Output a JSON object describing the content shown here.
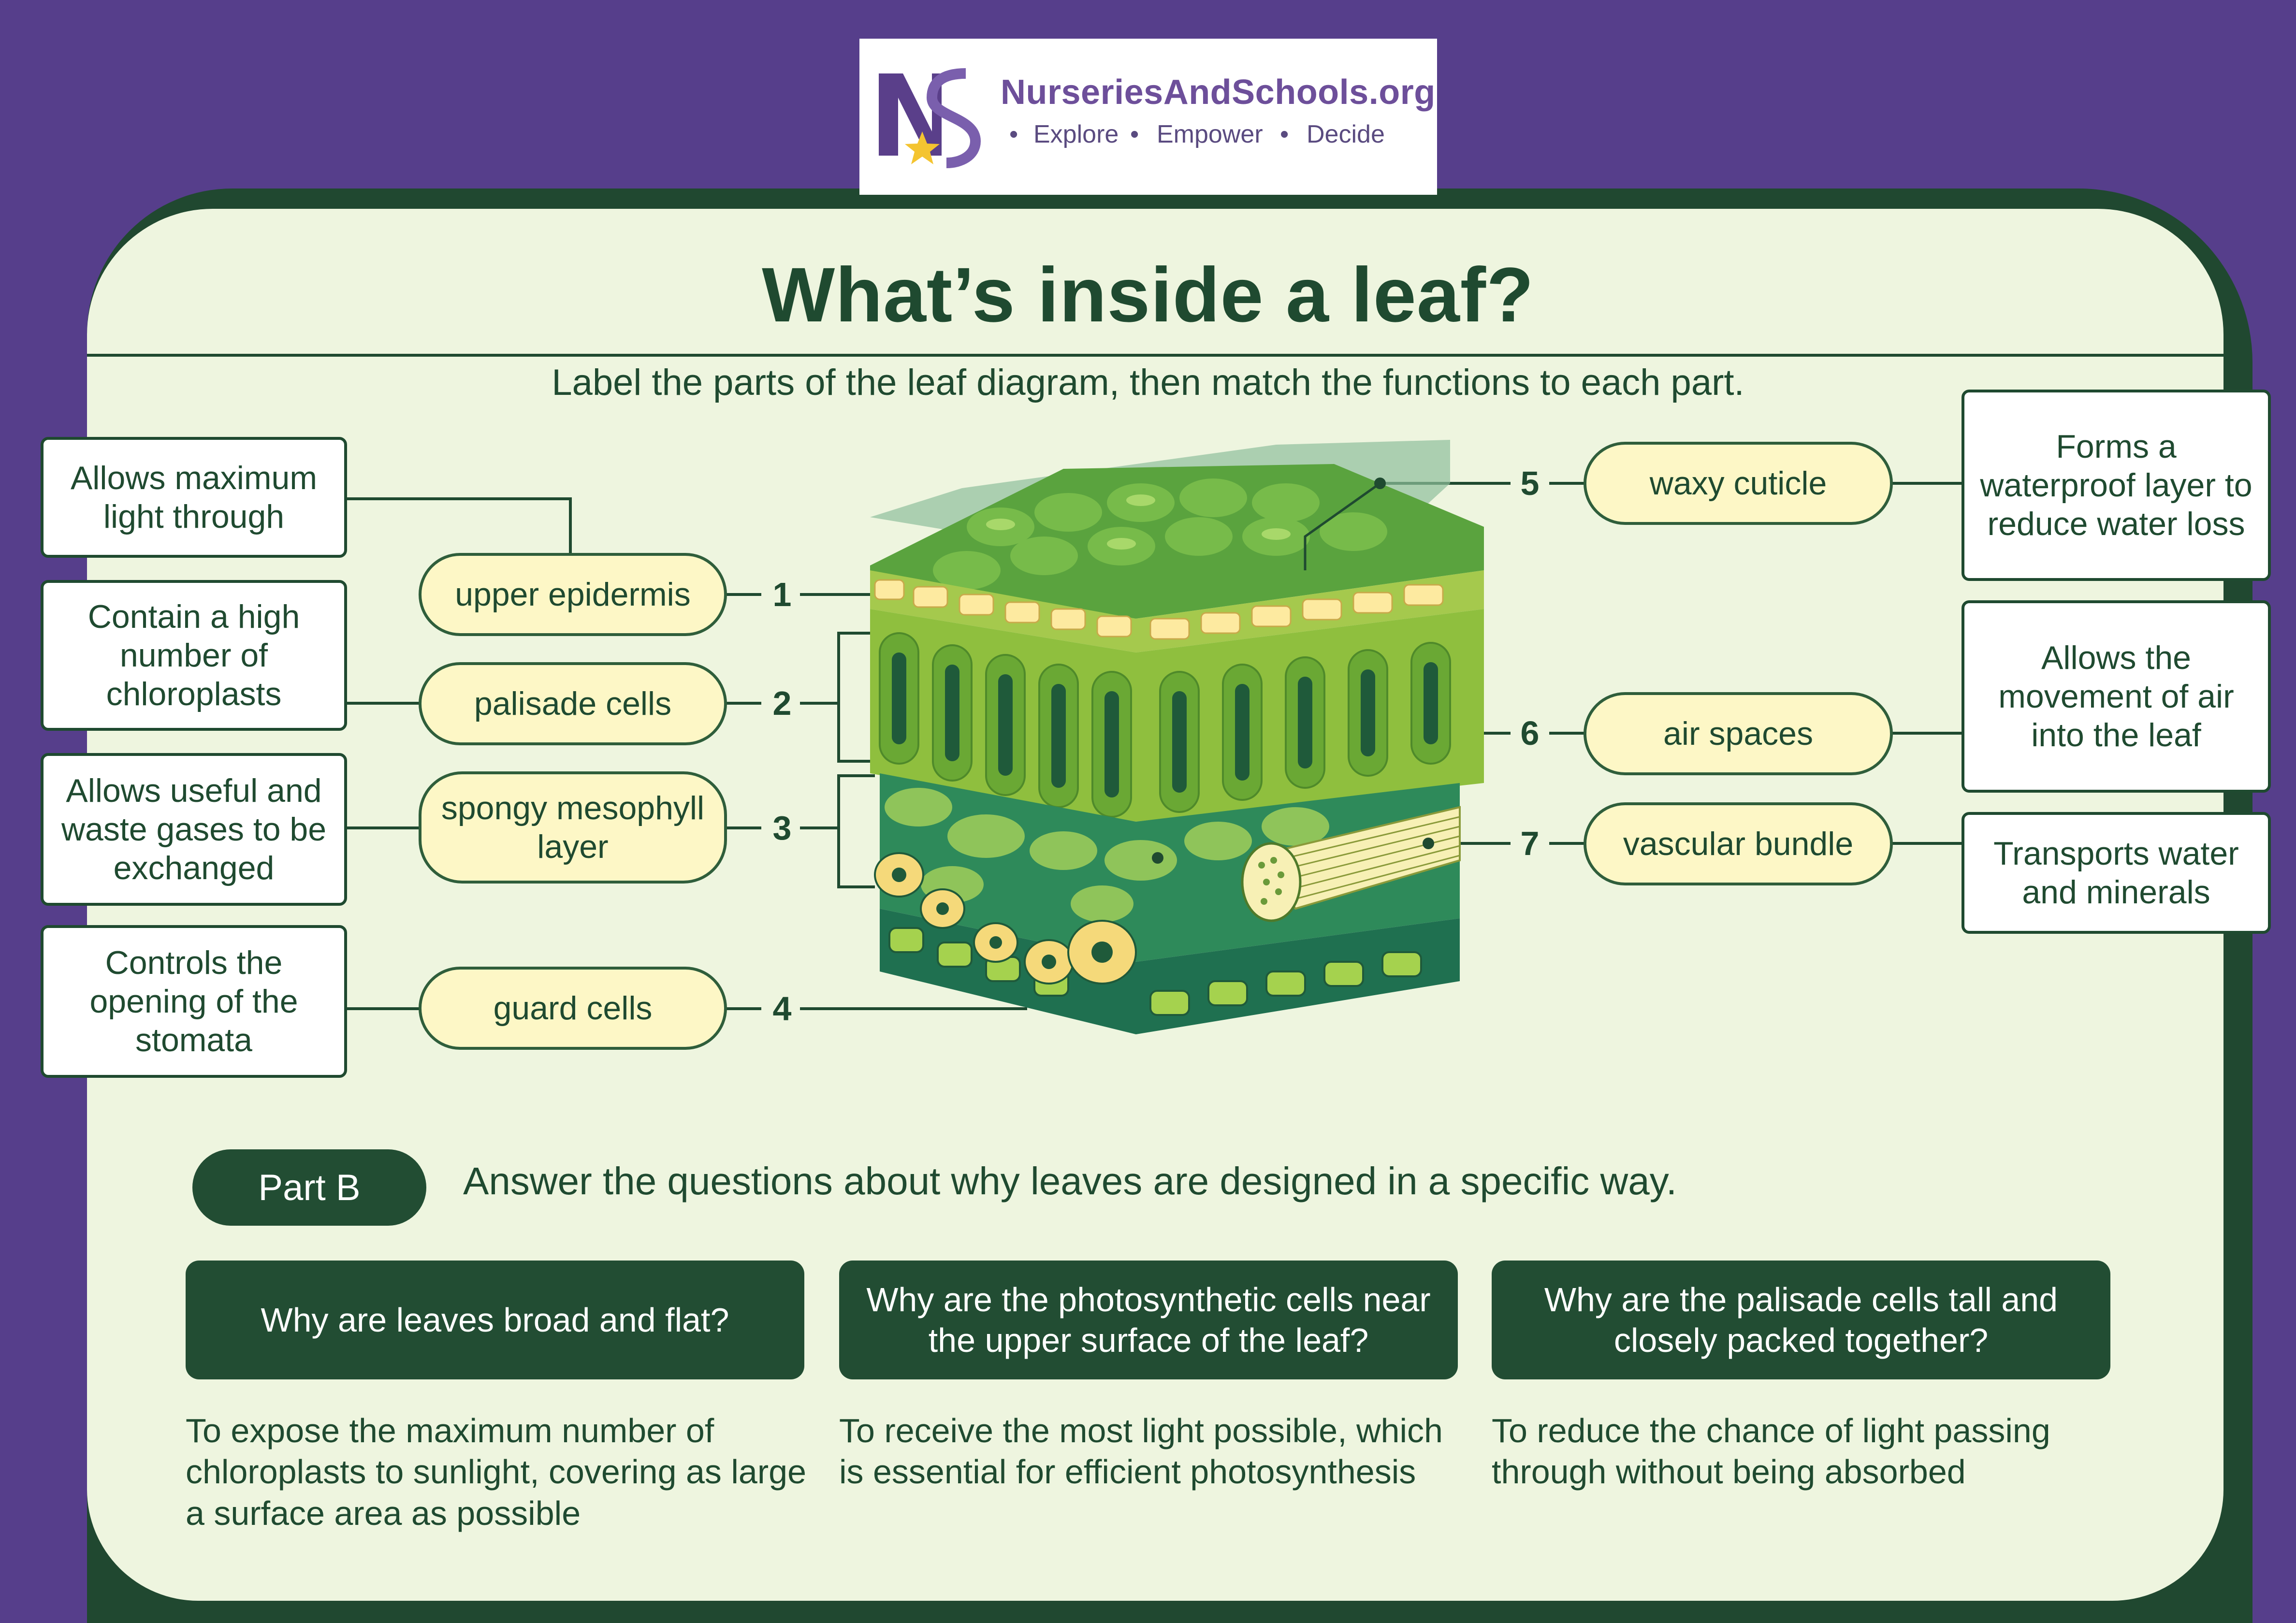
{
  "logo": {
    "name": "NurseriesAndSchools.org",
    "tagline": [
      "Explore",
      "Empower",
      "Decide"
    ]
  },
  "title": "What’s inside a leaf?",
  "instruction": "Label the parts of the leaf diagram, then match the functions to each part.",
  "left_parts": [
    {
      "number": "1",
      "label": "upper epidermis",
      "function": "Allows maximum light through"
    },
    {
      "number": "2",
      "label": "palisade cells",
      "function": "Contain a high number of chloroplasts"
    },
    {
      "number": "3",
      "label": "spongy mesophyll layer",
      "function": "Allows useful and waste gases to be exchanged"
    },
    {
      "number": "4",
      "label": "guard cells",
      "function": "Controls the opening of the stomata"
    }
  ],
  "right_parts": [
    {
      "number": "5",
      "label": "waxy cuticle",
      "function": "Forms a waterproof layer to reduce water loss"
    },
    {
      "number": "6",
      "label": "air spaces",
      "function": "Allows the movement of air into the leaf"
    },
    {
      "number": "7",
      "label": "vascular bundle",
      "function": "Transports water and minerals"
    }
  ],
  "part_b": {
    "label": "Part B",
    "instruction": "Answer the questions about why leaves are designed in a specific way.",
    "questions": [
      {
        "question": "Why are leaves broad and flat?",
        "answer": "To expose the maximum number of chloroplasts to sunlight, covering as large a surface area as possible"
      },
      {
        "question": "Why are the photosynthetic cells near the upper surface of the leaf?",
        "answer": "To receive the most light possible, which is essential for efficient photosynthesis"
      },
      {
        "question": "Why are the palisade cells tall and closely packed together?",
        "answer": "To reduce the chance of light passing through without being absorbed"
      }
    ]
  },
  "colors": {
    "background": "#563e8b",
    "card": "#eef5df",
    "dark_green": "#1f4a30",
    "pill_fill": "#fdf7c6",
    "logo_purple": "#6d4f9a"
  }
}
